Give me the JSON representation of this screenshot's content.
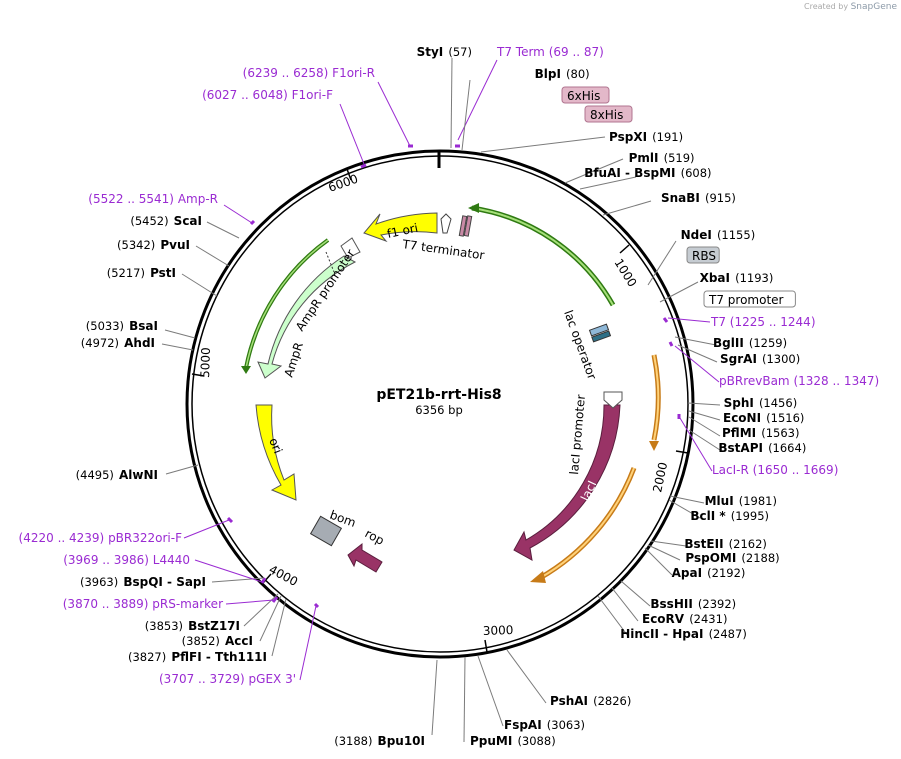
{
  "title": "pET21b-rrt-His8",
  "size_text": "6356 bp",
  "credit": {
    "prefix": "Created by",
    "brand": "SnapGene"
  },
  "colors": {
    "primer": "#9a2bd2",
    "enzyme": "#000000",
    "line": "#7b7b7b",
    "primer_line": "#9a2bd2"
  },
  "ticks": [
    {
      "text": "1000",
      "rot": 58
    },
    {
      "text": "2000",
      "rot": -78
    },
    {
      "text": "3000",
      "rot": 8
    },
    {
      "text": "4000",
      "rot": 28
    },
    {
      "text": "5000",
      "rot": -88
    },
    {
      "text": "6000",
      "rot": -19
    }
  ],
  "labels": [
    {
      "id": "styI",
      "kind": "enzyme",
      "name": "StyI",
      "pos": "(57)"
    },
    {
      "id": "t7term",
      "kind": "primer",
      "name": "T7 Term",
      "pos": "(69 .. 87)"
    },
    {
      "id": "blpI",
      "kind": "enzyme",
      "name": "BlpI",
      "pos": "(80)"
    },
    {
      "id": "his6",
      "kind": "tag",
      "name": "6xHis"
    },
    {
      "id": "his8",
      "kind": "tag",
      "name": "8xHis"
    },
    {
      "id": "pspXI",
      "kind": "enzyme",
      "name": "PspXI",
      "pos": "(191)"
    },
    {
      "id": "pmlI",
      "kind": "enzyme",
      "name": "PmlI",
      "pos": "(519)"
    },
    {
      "id": "bfuAI",
      "kind": "enzyme",
      "name": "BfuAI - BspMI",
      "pos": "(608)"
    },
    {
      "id": "snaBI",
      "kind": "enzyme",
      "name": "SnaBI",
      "pos": "(915)"
    },
    {
      "id": "ndeI",
      "kind": "enzyme",
      "name": "NdeI",
      "pos": "(1155)"
    },
    {
      "id": "rbs",
      "kind": "grayfeat",
      "name": "RBS"
    },
    {
      "id": "xbaI",
      "kind": "enzyme",
      "name": "XbaI",
      "pos": "(1193)"
    },
    {
      "id": "t7prom",
      "kind": "whitefeat",
      "name": "T7 promoter"
    },
    {
      "id": "t7",
      "kind": "primer",
      "name": "T7",
      "pos": "(1225 .. 1244)"
    },
    {
      "id": "bglII",
      "kind": "enzyme",
      "name": "BglII",
      "pos": "(1259)"
    },
    {
      "id": "sgrAI",
      "kind": "enzyme",
      "name": "SgrAI",
      "pos": "(1300)"
    },
    {
      "id": "pbrrev",
      "kind": "primer",
      "name": "pBRrevBam",
      "pos": "(1328 .. 1347)"
    },
    {
      "id": "sphI",
      "kind": "enzyme",
      "name": "SphI",
      "pos": "(1456)"
    },
    {
      "id": "ecoNI",
      "kind": "enzyme",
      "name": "EcoNI",
      "pos": "(1516)"
    },
    {
      "id": "pflMI",
      "kind": "enzyme",
      "name": "PflMI",
      "pos": "(1563)"
    },
    {
      "id": "bstAPI",
      "kind": "enzyme",
      "name": "BstAPI",
      "pos": "(1664)"
    },
    {
      "id": "lacIR",
      "kind": "primer",
      "name": "LacI-R",
      "pos": "(1650 .. 1669)"
    },
    {
      "id": "mluI",
      "kind": "enzyme",
      "name": "MluI",
      "pos": "(1981)"
    },
    {
      "id": "bclI",
      "kind": "enzyme",
      "name": "BclI *",
      "pos": "(1995)"
    },
    {
      "id": "bstEII",
      "kind": "enzyme",
      "name": "BstEII",
      "pos": "(2162)"
    },
    {
      "id": "pspOMI",
      "kind": "enzyme",
      "name": "PspOMI",
      "pos": "(2188)"
    },
    {
      "id": "apaI",
      "kind": "enzyme",
      "name": "ApaI",
      "pos": "(2192)"
    },
    {
      "id": "bssHII",
      "kind": "enzyme",
      "name": "BssHII",
      "pos": "(2392)"
    },
    {
      "id": "ecoRV",
      "kind": "enzyme",
      "name": "EcoRV",
      "pos": "(2431)"
    },
    {
      "id": "hincII",
      "kind": "enzyme",
      "name": "HincII - HpaI",
      "pos": "(2487)"
    },
    {
      "id": "pshAI",
      "kind": "enzyme",
      "name": "PshAI",
      "pos": "(2826)"
    },
    {
      "id": "fspAI",
      "kind": "enzyme",
      "name": "FspAI",
      "pos": "(3063)"
    },
    {
      "id": "ppuMI",
      "kind": "enzyme",
      "name": "PpuMI",
      "pos": "(3088)"
    },
    {
      "id": "bpu10I",
      "kind": "enzyme",
      "name": "Bpu10I",
      "pos": "(3188)"
    },
    {
      "id": "pgex3",
      "kind": "primer",
      "name": "pGEX 3'",
      "pos": "(3707 .. 3729)"
    },
    {
      "id": "pflFI",
      "kind": "enzyme",
      "name": "PflFI - Tth111I",
      "pos": "(3827)"
    },
    {
      "id": "accI",
      "kind": "enzyme",
      "name": "AccI",
      "pos": "(3852)"
    },
    {
      "id": "bstZ17I",
      "kind": "enzyme",
      "name": "BstZ17I",
      "pos": "(3853)"
    },
    {
      "id": "prsmarker",
      "kind": "primer",
      "name": "pRS-marker",
      "pos": "(3870 .. 3889)"
    },
    {
      "id": "bspQI",
      "kind": "enzyme",
      "name": "BspQI - SapI",
      "pos": "(3963)"
    },
    {
      "id": "l4440",
      "kind": "primer",
      "name": "L4440",
      "pos": "(3969 .. 3986)"
    },
    {
      "id": "pbr322ori",
      "kind": "primer",
      "name": "pBR322ori-F",
      "pos": "(4220 .. 4239)"
    },
    {
      "id": "alwNI",
      "kind": "enzyme",
      "name": "AlwNI",
      "pos": "(4495)"
    },
    {
      "id": "ahdI",
      "kind": "enzyme",
      "name": "AhdI",
      "pos": "(4972)"
    },
    {
      "id": "bsaI",
      "kind": "enzyme",
      "name": "BsaI",
      "pos": "(5033)"
    },
    {
      "id": "pstI",
      "kind": "enzyme",
      "name": "PstI",
      "pos": "(5217)"
    },
    {
      "id": "pvuI",
      "kind": "enzyme",
      "name": "PvuI",
      "pos": "(5342)"
    },
    {
      "id": "scaI",
      "kind": "enzyme",
      "name": "ScaI",
      "pos": "(5452)"
    },
    {
      "id": "ampR",
      "kind": "primer",
      "name": "Amp-R",
      "pos": "(5522 .. 5541)"
    },
    {
      "id": "f1oriF",
      "kind": "primer",
      "name": "F1ori-F",
      "pos": "(6027 .. 6048)"
    },
    {
      "id": "f1oriR",
      "kind": "primer",
      "name": "F1ori-R",
      "pos": "(6239 .. 6258)"
    }
  ],
  "features": [
    {
      "id": "f1ori",
      "name": "f1 ori",
      "color": "#ffff00"
    },
    {
      "id": "t7terminator",
      "name": "T7 terminator",
      "color": "#ffffff"
    },
    {
      "id": "lacoperator",
      "name": "lac operator",
      "color": "#ffffff"
    },
    {
      "id": "laci",
      "name": "lacI",
      "color": "#993366"
    },
    {
      "id": "lacipromoter",
      "name": "lacI promoter",
      "color": "#ffffff"
    },
    {
      "id": "ampr",
      "name": "AmpR",
      "color": "#ccffcc"
    },
    {
      "id": "ampprom",
      "name": "AmpR promoter",
      "color": "#ffffff"
    },
    {
      "id": "ori",
      "name": "ori",
      "color": "#ffff00"
    },
    {
      "id": "bom",
      "name": "bom",
      "color": "#a6acb3"
    },
    {
      "id": "rop",
      "name": "rop",
      "color": "#993366"
    }
  ]
}
